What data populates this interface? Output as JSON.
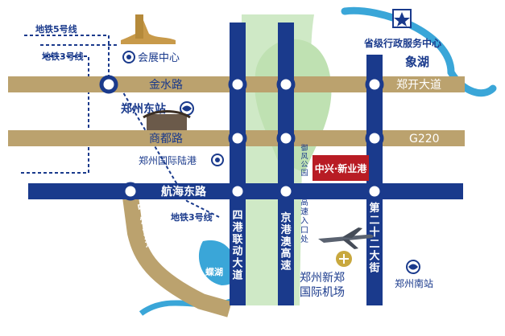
{
  "roads": {
    "jinshui": "金水路",
    "zhengkai": "郑开大道",
    "shangdu": "商都路",
    "g220": "G220",
    "hanghai": "航海东路",
    "zhongzhou": "中州大道",
    "sigang": "四港联动大道",
    "jinggangao": "京港澳高速",
    "di22": "第二十二大街",
    "gaosu_entrance": "高速入口处"
  },
  "metro": {
    "line5": "地铁5号线",
    "line3_top": "地铁3号线",
    "line3_bottom": "地铁3号线"
  },
  "places": {
    "huizhan": "会展中心",
    "dongzhan": "郑州东站",
    "lugang": "郑州国际陆港",
    "provincial": "省级行政服务中心",
    "xianghu": "象湖",
    "yufeng_park": "御风公园",
    "project": "中兴·新业港",
    "airport": "郑州新郑国际机场",
    "nanzhan": "郑州南站",
    "dielake": "蝶湖"
  },
  "colors": {
    "blue": "#1a3a8c",
    "tan": "#bba26e",
    "green": "#cfe9c6",
    "water": "#3aa6d8",
    "red": "#b81c24"
  }
}
